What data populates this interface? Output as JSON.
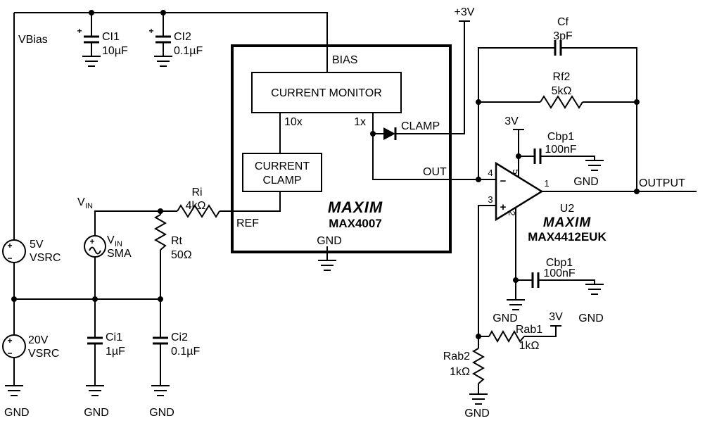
{
  "colors": {
    "wire": "#000000",
    "background": "#ffffff"
  },
  "schematic": {
    "nets": {
      "vbias": "VBias",
      "plus3v": "+3V",
      "v3": "3V",
      "gnd": "GND",
      "bias": "BIAS",
      "ref": "REF",
      "out": "OUT",
      "clamp": "CLAMP",
      "output": "OUTPUT"
    },
    "symbols": {
      "plus": "+",
      "minus": "−"
    },
    "u1": {
      "brand": "MAXIM",
      "part": "MAX4007",
      "monitor": "CURRENT MONITOR",
      "clamp_line1": "CURRENT",
      "clamp_line2": "CLAMP",
      "gain10": "10x",
      "gain1": "1x"
    },
    "u2": {
      "ref_des": "U2",
      "brand": "MAXIM",
      "part": "MAX4412EUK",
      "pin1": "1",
      "pin2": "2",
      "pin3": "3",
      "pin4": "4",
      "pin5": "5"
    },
    "parts": {
      "ci1_top": {
        "name": "CI1",
        "value": "10µF"
      },
      "ci2_top": {
        "name": "CI2",
        "value": "0.1µF"
      },
      "ci1": {
        "name": "Ci1",
        "value": "1µF"
      },
      "ci2": {
        "name": "Ci2",
        "value": "0.1µF"
      },
      "ri": {
        "name": "Ri",
        "value": "4kΩ"
      },
      "rt": {
        "name": "Rt",
        "value": "50Ω"
      },
      "cf": {
        "name": "Cf",
        "value": "3pF"
      },
      "rf2": {
        "name": "Rf2",
        "value": "5kΩ"
      },
      "cbp1": {
        "name": "Cbp1",
        "value": "100nF"
      },
      "rab1": {
        "name": "Rab1",
        "value": "1kΩ"
      },
      "rab2": {
        "name": "Rab2",
        "value": "1kΩ"
      },
      "v5": {
        "value": "5V",
        "type": "VSRC"
      },
      "v20": {
        "value": "20V",
        "type": "VSRC"
      },
      "vin": {
        "v": "V",
        "sub": "IN",
        "type": "SMA"
      }
    }
  }
}
